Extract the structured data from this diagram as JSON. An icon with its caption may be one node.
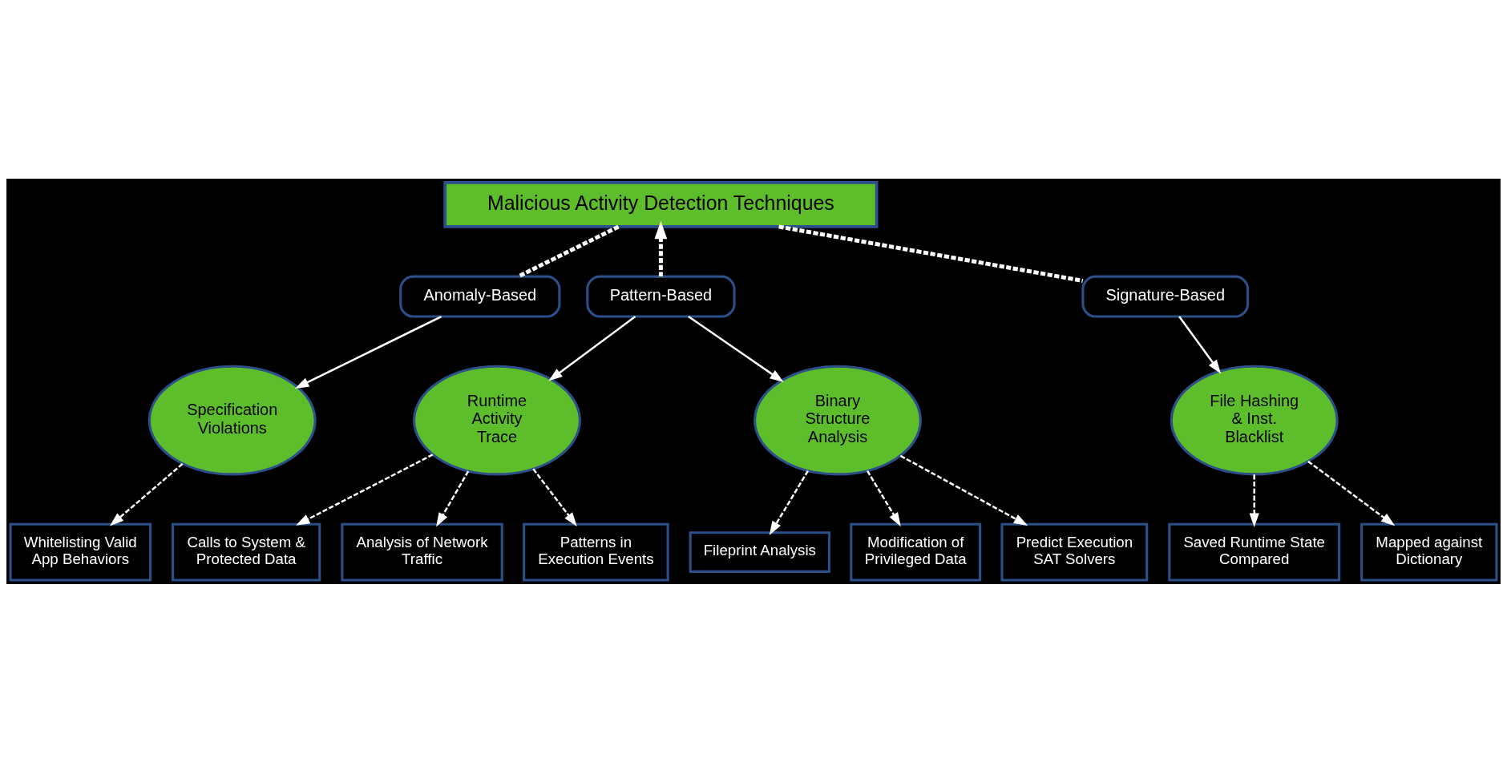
{
  "diagram": {
    "nodes": [
      {
        "text": [
          "Malicious Activity Detection Techniques"
        ]
      },
      {
        "text": [
          "Anomaly-Based"
        ]
      },
      {
        "text": [
          "Pattern-Based"
        ]
      },
      {
        "text": [
          "Signature-Based"
        ]
      },
      {
        "text": [
          "Specification Violations"
        ]
      },
      {
        "text": [
          "Runtime Activity Trace"
        ]
      },
      {
        "text": [
          "Binary Structure Analysis"
        ]
      },
      {
        "text": [
          "File Hashing & Inst. Blacklist"
        ]
      },
      {
        "text": [
          "Whitelisting Valid App Behaviors"
        ]
      },
      {
        "text": [
          "Calls to System & Protected Data"
        ]
      },
      {
        "text": [
          "Analysis of Network Traffic"
        ]
      },
      {
        "text": [
          "Patterns in Execution Events"
        ]
      },
      {
        "text": [
          "Fileprint Analysis"
        ]
      },
      {
        "text": [
          "Modification of Privileged Data"
        ]
      },
      {
        "text": [
          "Predict Execution SAT Solvers"
        ]
      },
      {
        "text": [
          "Saved Runtime State Compared"
        ]
      },
      {
        "text": [
          "Mapped against Dictionary"
        ]
      }
    ],
    "edges": [
      {
        "from": 1,
        "to": 0,
        "arrow": "none",
        "style": "dashed"
      },
      {
        "from": 2,
        "to": 0,
        "arrow": "to",
        "style": "dashed"
      },
      {
        "from": 3,
        "to": 0,
        "arrow": "none",
        "style": "dashed"
      },
      {
        "from": 1,
        "to": 4,
        "arrow": "to"
      },
      {
        "from": 2,
        "to": 5,
        "arrow": "to"
      },
      {
        "from": 2,
        "to": 6,
        "arrow": "to"
      },
      {
        "from": 3,
        "to": 7,
        "arrow": "to"
      },
      {
        "from": 4,
        "to": 8,
        "arrow": "to",
        "style": "dashed"
      },
      {
        "from": 5,
        "to": 9,
        "arrow": "to",
        "style": "dashed"
      },
      {
        "from": 5,
        "to": 10,
        "arrow": "to",
        "style": "dashed"
      },
      {
        "from": 5,
        "to": 11,
        "arrow": "to",
        "style": "dashed"
      },
      {
        "from": 6,
        "to": 12,
        "arrow": "to",
        "style": "dashed"
      },
      {
        "from": 6,
        "to": 13,
        "arrow": "to",
        "style": "dashed"
      },
      {
        "from": 6,
        "to": 14,
        "arrow": "to",
        "style": "dashed"
      },
      {
        "from": 7,
        "to": 15,
        "arrow": "to",
        "style": "dashed"
      },
      {
        "from": 7,
        "to": 16,
        "arrow": "to",
        "style": "dashed"
      }
    ]
  }
}
